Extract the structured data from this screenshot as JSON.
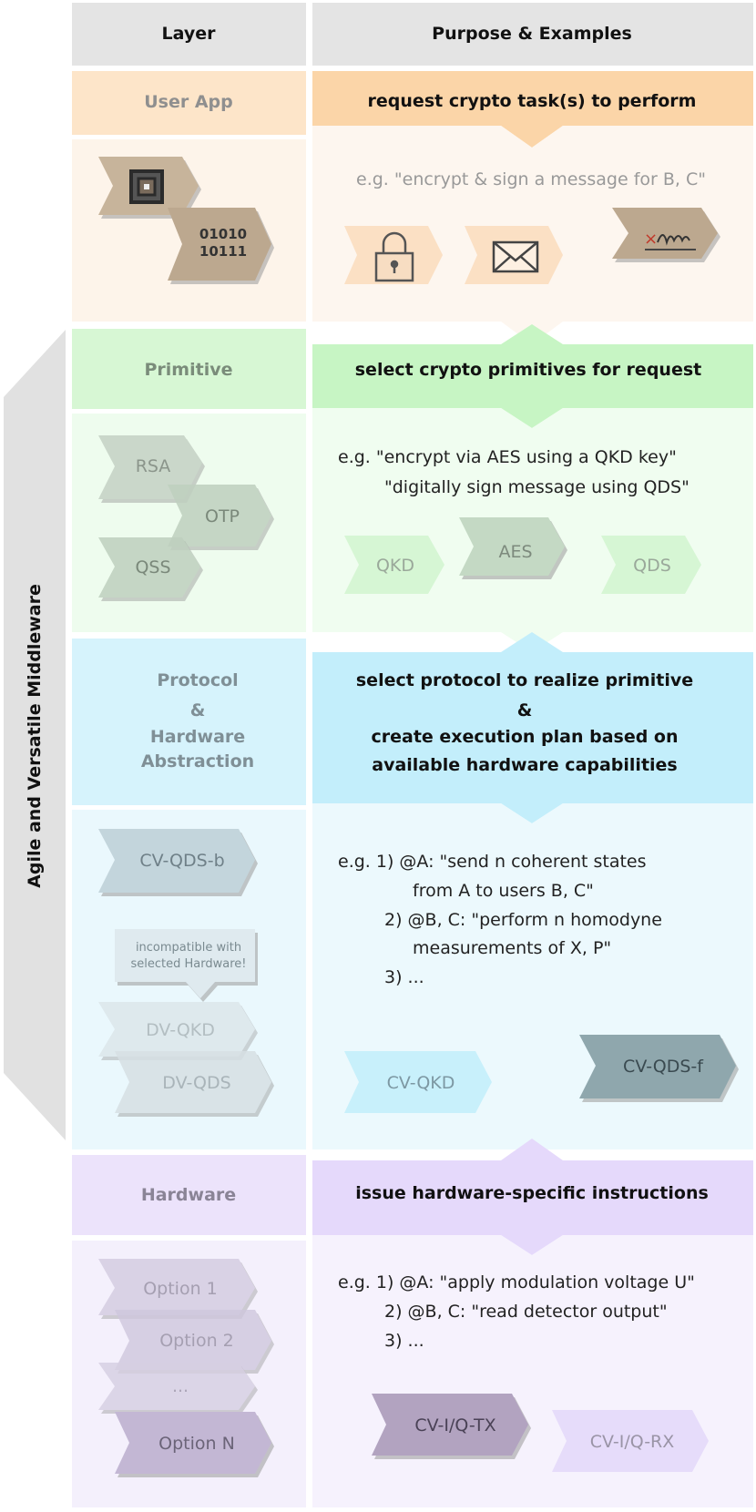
{
  "header": {
    "layer": "Layer",
    "purpose": "Purpose & Examples"
  },
  "side_label": "Agile and Versatile Middleware",
  "user_app": {
    "name": "User App",
    "purpose": "request crypto task(s) to perform",
    "example": "e.g. \"encrypt & sign a message for B, C\"",
    "binary": [
      "01010",
      "10111"
    ],
    "colors": {
      "head": "#fbd5a8",
      "body": "#fdf6ef",
      "tag": "#bca88f"
    }
  },
  "primitive": {
    "name": "Primitive",
    "purpose": "select crypto primitives for request",
    "example": [
      "e.g. \"encrypt via AES using a QKD key\"",
      "\"digitally sign message using QDS\""
    ],
    "options": [
      "RSA",
      "OTP",
      "QSS"
    ],
    "selected": [
      "QKD",
      "AES",
      "QDS"
    ],
    "colors": {
      "head": "#c7f5c4",
      "body": "#f0fdf0"
    }
  },
  "protocol": {
    "name": [
      "Protocol",
      "&",
      "Hardware",
      "Abstraction"
    ],
    "purpose": [
      "select protocol to realize primitive",
      "&",
      "create execution plan based on",
      "available hardware capabilities"
    ],
    "example": [
      "e.g. 1) @A: \"send n coherent states",
      "from A to users B, C\"",
      "2) @B, C: \"perform n homodyne",
      "measurements of X, P\"",
      "3) ..."
    ],
    "options": [
      "CV-QDS-b",
      "DV-QKD",
      "DV-QDS"
    ],
    "note": [
      "incompatible with",
      "selected Hardware!"
    ],
    "selected": [
      "CV-QKD",
      "CV-QDS-f"
    ],
    "colors": {
      "head": "#c3eefb",
      "body": "#ecf9fd"
    }
  },
  "hardware": {
    "name": "Hardware",
    "purpose": "issue hardware-specific instructions",
    "example": [
      "e.g. 1) @A: \"apply modulation voltage U\"",
      "2) @B, C: \"read detector output\"",
      "3) ..."
    ],
    "options": [
      "Option 1",
      "Option 2",
      "...",
      "Option N"
    ],
    "selected": [
      "CV-I/Q-TX",
      "CV-I/Q-RX"
    ],
    "colors": {
      "head": "#e5d9fb",
      "body": "#f6f2fd"
    }
  }
}
